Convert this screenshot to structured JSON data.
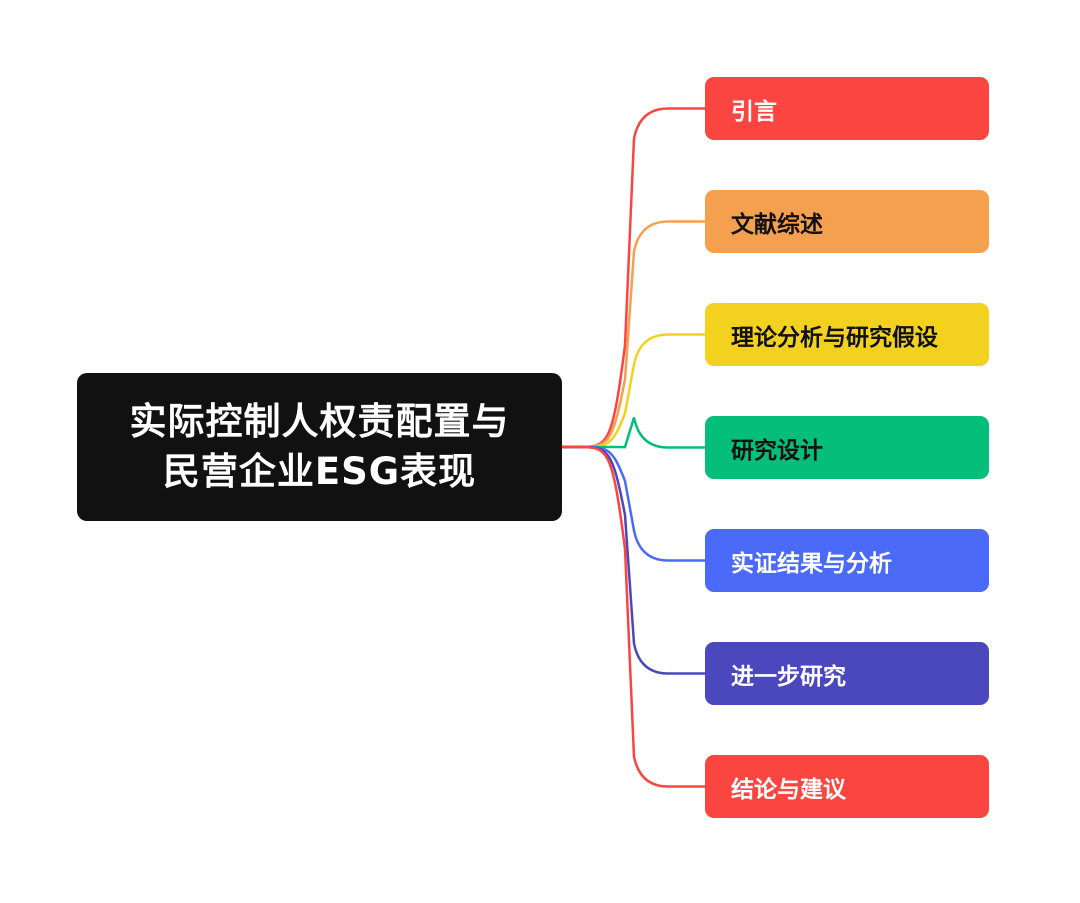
{
  "root": {
    "title_line1": "实际控制人权责配置与",
    "title_line2": "民营企业ESG表现"
  },
  "branches": [
    {
      "label": "引言",
      "color": "#FA4540",
      "text_color": "#ffffff"
    },
    {
      "label": "文献综述",
      "color": "#F5A04F",
      "text_color": "#111111"
    },
    {
      "label": "理论分析与研究假设",
      "color": "#F2D21F",
      "text_color": "#111111"
    },
    {
      "label": "研究设计",
      "color": "#05BE79",
      "text_color": "#111111"
    },
    {
      "label": "实证结果与分析",
      "color": "#4A6AF7",
      "text_color": "#ffffff"
    },
    {
      "label": "进一步研究",
      "color": "#4B47BC",
      "text_color": "#ffffff"
    },
    {
      "label": "结论与建议",
      "color": "#FA4540",
      "text_color": "#ffffff"
    }
  ]
}
